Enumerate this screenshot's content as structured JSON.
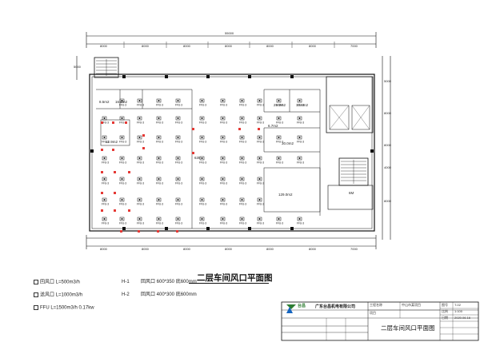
{
  "dimensions": {
    "total_width": "55000",
    "bays": [
      "8000",
      "8000",
      "8000",
      "8000",
      "8000",
      "8000",
      "7000"
    ],
    "top_left": "5000",
    "right_spans": [
      "5000",
      "8000",
      "8000",
      "4000",
      "8000"
    ],
    "left_spans": [
      "5000"
    ]
  },
  "rooms": {
    "r1": "8.5m2",
    "r2": "16.1m2",
    "r3": "25.3m2",
    "r4": "13.6m2",
    "r5": "6.7m2",
    "r6": "12.9m2",
    "r7": "30.0m2",
    "r8": "635",
    "r9": "129.0m2",
    "r10": "6M"
  },
  "ffu_label": "FFU-3",
  "legend": {
    "item1": "回风口 L=500m3/h",
    "item2": "送风口 L=1000m3/h",
    "item3": "FFU L=1500m3/h  0.17kw",
    "h1": "H-1",
    "h1_desc": "回风口 600*350  底600mm",
    "h2": "H-2",
    "h2_desc": "回风口 400*300  底600mm"
  },
  "title": "二层车间风口平面图",
  "title_block": {
    "company": "广东台昌机电有限公司",
    "logo": "台昌",
    "drawing_title": "二层车间风口平面图",
    "labels": [
      "工程名称",
      "项目",
      "图号",
      "比例",
      "日期"
    ],
    "values": [
      "中山市某项目",
      "1:100",
      "T-02",
      "2020.06.16"
    ]
  }
}
